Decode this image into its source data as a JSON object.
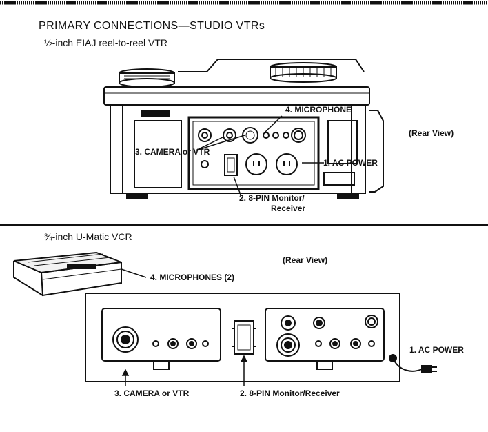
{
  "header": {
    "title": "PRIMARY CONNECTIONS—STUDIO VTRs",
    "sections": [
      {
        "subtitle": "½-inch EIAJ reel-to-reel VTR"
      },
      {
        "subtitle": "¾-inch U-Matic VCR"
      }
    ]
  },
  "vtr_half_inch": {
    "view_label": "(Rear View)",
    "callouts": {
      "microphone": "4. MICROPHONE",
      "camera_vtr": "3. CAMERA or VTR",
      "ac_power": "1. AC POWER",
      "monitor_line1": "2. 8-PIN Monitor/",
      "monitor_line2": "Receiver"
    }
  },
  "vcr_three_quarter_inch": {
    "view_label": "(Rear View)",
    "callouts": {
      "microphones": "4. MICROPHONES (2)",
      "ac_power": "1. AC POWER",
      "camera_vtr": "3. CAMERA or VTR",
      "monitor": "2. 8-PIN Monitor/Receiver"
    }
  }
}
